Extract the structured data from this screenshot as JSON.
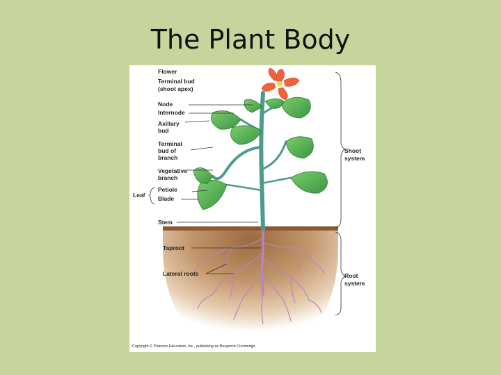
{
  "slide": {
    "title": "The Plant Body"
  },
  "diagram": {
    "labels": {
      "flower": "Flower",
      "terminal_bud_1": "Terminal bud",
      "terminal_bud_2": "(shoot apex)",
      "node": "Node",
      "internode": "Internode",
      "axillary_bud_1": "Axillary",
      "axillary_bud_2": "bud",
      "terminal_bud_branch_1": "Terminal",
      "terminal_bud_branch_2": "bud of",
      "terminal_bud_branch_3": "branch",
      "vegetative_branch_1": "Vegetative",
      "vegetative_branch_2": "branch",
      "leaf": "Leaf",
      "petiole": "Petiole",
      "blade": "Blade",
      "stem": "Stem",
      "taproot": "Taproot",
      "lateral_roots": "Lateral roots",
      "shoot_system_1": "Shoot",
      "shoot_system_2": "system",
      "root_system_1": "Root",
      "root_system_2": "system"
    },
    "credit": "Copyright © Pearson Education, Inc., publishing as Benjamin Cummings.",
    "colors": {
      "soil": "#b98a5e",
      "leaf": "#4fae4a",
      "stem": "#4f9a8c",
      "flower": "#f0643a",
      "root": "#b88ac0"
    }
  }
}
